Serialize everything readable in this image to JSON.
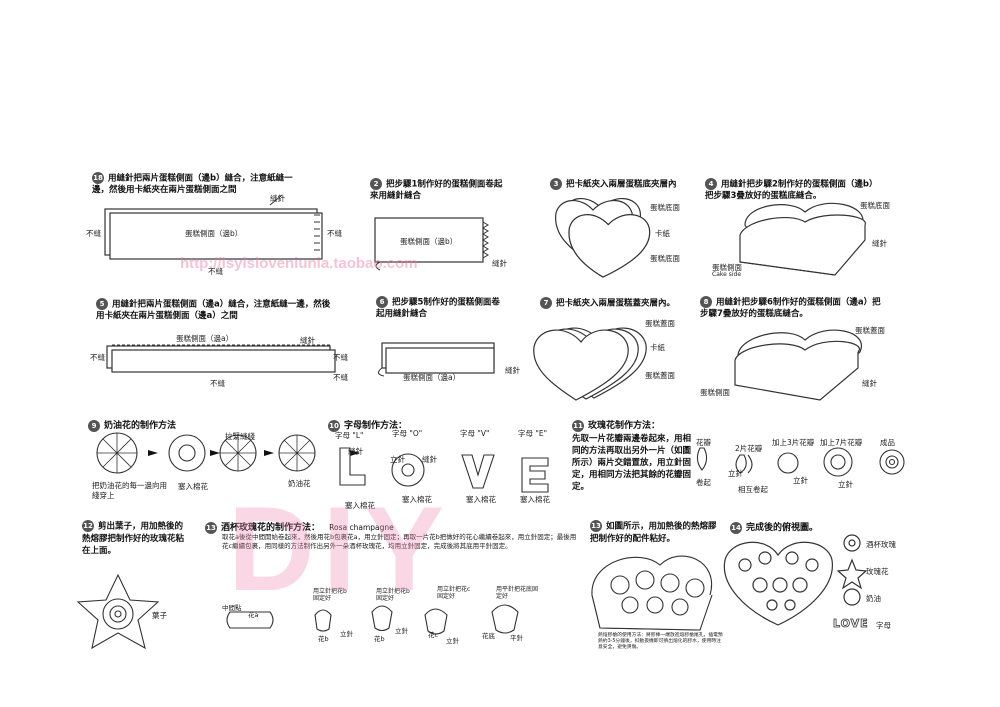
{
  "steps": {
    "s1": {
      "num": "18",
      "text": "用縫針把兩片蛋糕側面（邊b）縫合，注意紙縫一邊，然後用卡紙夾在兩片蛋糕側面之間"
    },
    "s2": {
      "num": "2",
      "text": "把步驟1制作好的蛋糕側面卷起來用縫針縫合"
    },
    "s3": {
      "num": "3",
      "text": "把卡紙夾入兩層蛋糕底夾層內"
    },
    "s4": {
      "num": "4",
      "text": "用縫針把步驟2制作好的蛋糕側面（邊b）把步驟3疊放好的蛋糕底縫合。"
    },
    "s5": {
      "num": "5",
      "text": "用縫針把兩片蛋糕側面（邊a）縫合，注意紙縫一邊，然後用卡紙夾在兩片蛋糕側面（邊a）之間"
    },
    "s6": {
      "num": "6",
      "text": "把步驟5制作好的蛋糕側面卷起用縫針縫合"
    },
    "s7": {
      "num": "7",
      "text": "把卡紙夾入兩層蛋糕蓋夾層內。"
    },
    "s8": {
      "num": "8",
      "text": "用縫針把步驟6制作好的蛋糕側面（邊a）把步驟7疊放好的蛋糕底縫合。"
    }
  },
  "labels": {
    "needle": "縫針",
    "no_seam": "不縫",
    "side_b": "蛋糕側面（邊b）",
    "side_a": "蛋糕側面（邊a）",
    "cake_bottom": "蛋糕底面",
    "cardboard": "卡紙",
    "cake_top": "蛋糕蓋面",
    "cake_side": "蛋糕側面",
    "cake_side_en": "Cake side"
  },
  "cream": {
    "title": "奶油花的制作方法",
    "running_stitch": "拉緊縫綫",
    "step1_note": "把奶油花的每一邊向用綫穿上",
    "stuff": "塞入棉花",
    "cream_flower": "奶油花"
  },
  "letters": {
    "title": "字母制作方法：",
    "l": "字母 \"L\"",
    "o": "字母 \"O\"",
    "v": "字母 \"V\"",
    "e": "字母 \"E\"",
    "needle": "縫針",
    "stand_needle": "立針",
    "stuff": "塞入棉花"
  },
  "rose": {
    "title": "玫瑰花制作方法：",
    "para": "先取一片花瓣兩邊卷起來，用相同的方法再取出另外一片（如圖所示）兩片交錯置放，用立針固定，用相同方法把其餘的花瓣固定。",
    "petal": "花瓣",
    "two_petals": "2片花瓣",
    "add3": "加上3片花瓣",
    "add7": "加上7片花瓣",
    "done": "成品",
    "roll": "卷起",
    "cross_roll": "相互卷起",
    "stand_needle": "立針"
  },
  "leaf": {
    "para": "剪出葉子，用加熱後的熱熔膠把制作好的玫瑰花粘在上面。",
    "label": "葉子"
  },
  "champagne": {
    "title": "酒杯玫瑰花的制作方法：",
    "en": "Rosa champagne",
    "para": "取花a後從中間開始卷起來，然後用花b包裹花a，用立針固定；再取一片花b把做好的花心繼續卷起來，用立針固定；最後用花c繼續包裹，用同樣的方法制作出另外一朵酒杯玫瑰花，均用立針固定，完成後將其底用平針固定。",
    "center": "中間點",
    "flower_a": "花a",
    "flower_b": "花b",
    "flower_c": "花c",
    "needle_b": "用立針把花b固定好",
    "needle_b2": "用立針把花b固定好",
    "needle_c": "用立針把花c固定好",
    "flat_stitch": "用平針把花底固定好",
    "stand_needle": "立針",
    "flat_needle": "平針",
    "base": "花底"
  },
  "glue": {
    "num": "13",
    "para": "如圖所示，用加熱後的熱熔膠把制作好的配件粘好。",
    "note": "熱熔膠槍的使用方法：將膠棒一端放進熔膠槍尾孔，插電預熱約3-5分鐘後，扣動扳機即可擠出熔化的膠水，使用時注意安全，避免燙傷。"
  },
  "final": {
    "num": "14",
    "title": "完成後的俯視圖。",
    "champagne_rose": "酒杯玫瑰",
    "rose": "玫瑰花",
    "cream": "奶油",
    "letters": "字母",
    "love": "LOVE"
  },
  "watermark": {
    "url": "http://lsylsloveniunia.taobao.com",
    "big": "DIY"
  }
}
